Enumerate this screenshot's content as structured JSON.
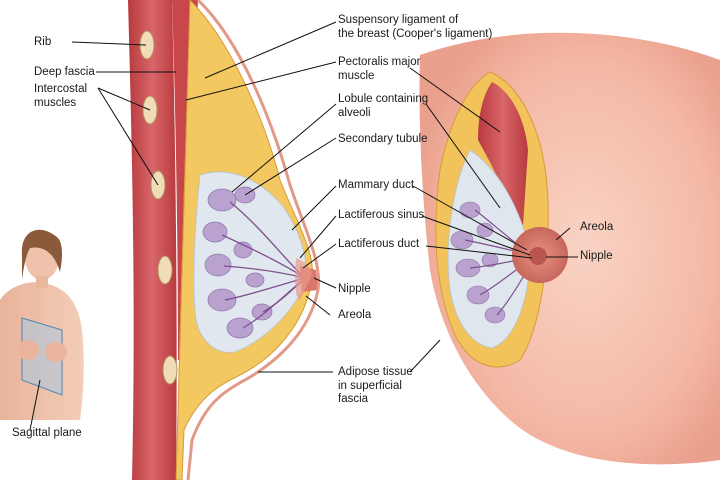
{
  "labels": {
    "rib": "Rib",
    "deep_fascia": "Deep fascia",
    "intercostal_1": "Intercostal",
    "intercostal_2": "muscles",
    "suspensory_1": "Suspensory ligament of",
    "suspensory_2": "the breast (Cooper's ligament)",
    "pectoralis_1": "Pectoralis major",
    "pectoralis_2": "muscle",
    "lobule_1": "Lobule containing",
    "lobule_2": "alveoli",
    "secondary_tubule": "Secondary tubule",
    "mammary_duct": "Mammary duct",
    "lactiferous_sinus": "Lactiferous sinus",
    "lactiferous_duct": "Lactiferous duct",
    "nipple": "Nipple",
    "areola": "Areola",
    "adipose_1": "Adipose tissue",
    "adipose_2": "in superficial",
    "adipose_3": "fascia",
    "areola_right": "Areola",
    "nipple_right": "Nipple",
    "sagittal_plane": "Sagittal plane"
  },
  "colors": {
    "muscle": "#c8474a",
    "adipose": "#f3c860",
    "lobule": "#b9a2cf",
    "duct": "#7e4f8c",
    "skin": "#f6c4b3",
    "areola": "#d9776a",
    "leader": "#111111"
  }
}
